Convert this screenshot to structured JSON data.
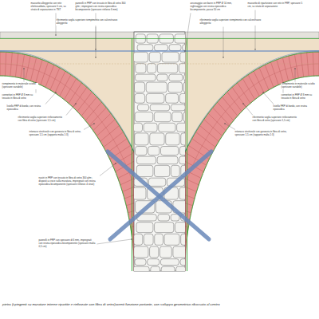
{
  "diagram": {
    "caption": "pietra (spingenti su murature interne ripartite e rinforzate con fibra di vetro)aventi funzione portante, con sviluppo geometrico ribassato al centro",
    "labels": [
      "massetto alleggerito con rete elettrosaldata, spessore 5 cm, su strato di separazione in TNT",
      "pannelli in FRP con tessuto in fibra di vetro 300 g/m², impregnati con resina epossidica bicomponente (spessore rinforzo 6 mm)",
      "ancoraggio con barre in FRP Ø 10 mm, inghisaggio con resina epossidica bicomponente, passo 50 cm",
      "massetto di ripartizione con rete in FRP, spessore 5 cm, su strato di separazione",
      "riferimento soglia superiore riempimento con calcestruzzo alleggerito",
      "riferimento soglia superiore riempimento con calcestruzzo alleggerito",
      "riempimento in materiale sciolto (spessore variabile)",
      "connettori in FRP Ø 8 mm su tessuto in fibra di vetro",
      "listello FRP di bordo, con resina epossidica",
      "riferimento soglia superiore rinforzamento con fibra di vetro (spessore 1,5 cm)",
      "intonaco strutturale con garanzia in fibra di vetro, spessore 1,5 cm (rapporto malta 1:3)",
      "riempimento in materiale sciolto (spessore variabile)",
      "connettori in FRP Ø 8 mm su tessuto in fibra di vetro",
      "listello FRP di bordo, con resina epossidica",
      "riferimento soglia superiore rinforzamento con fibra di vetro (spessore 1,5 cm)",
      "intonaco strutturale con garanzia in fibra di vetro, spessore 1,5 cm (rapporto malta 1:3)",
      "nastri in FRP con tessuto in fibra di vetro 300 g/m², disposti a croce sulla muratura, impregnati con resina epossidica bicomponente (spessore rinforzo 4 strati)",
      "pannelli in FRP con spessore di 6 mm, impregnati con resina epossidica bicomponente (spessore malta 0,5 cm)"
    ]
  }
}
